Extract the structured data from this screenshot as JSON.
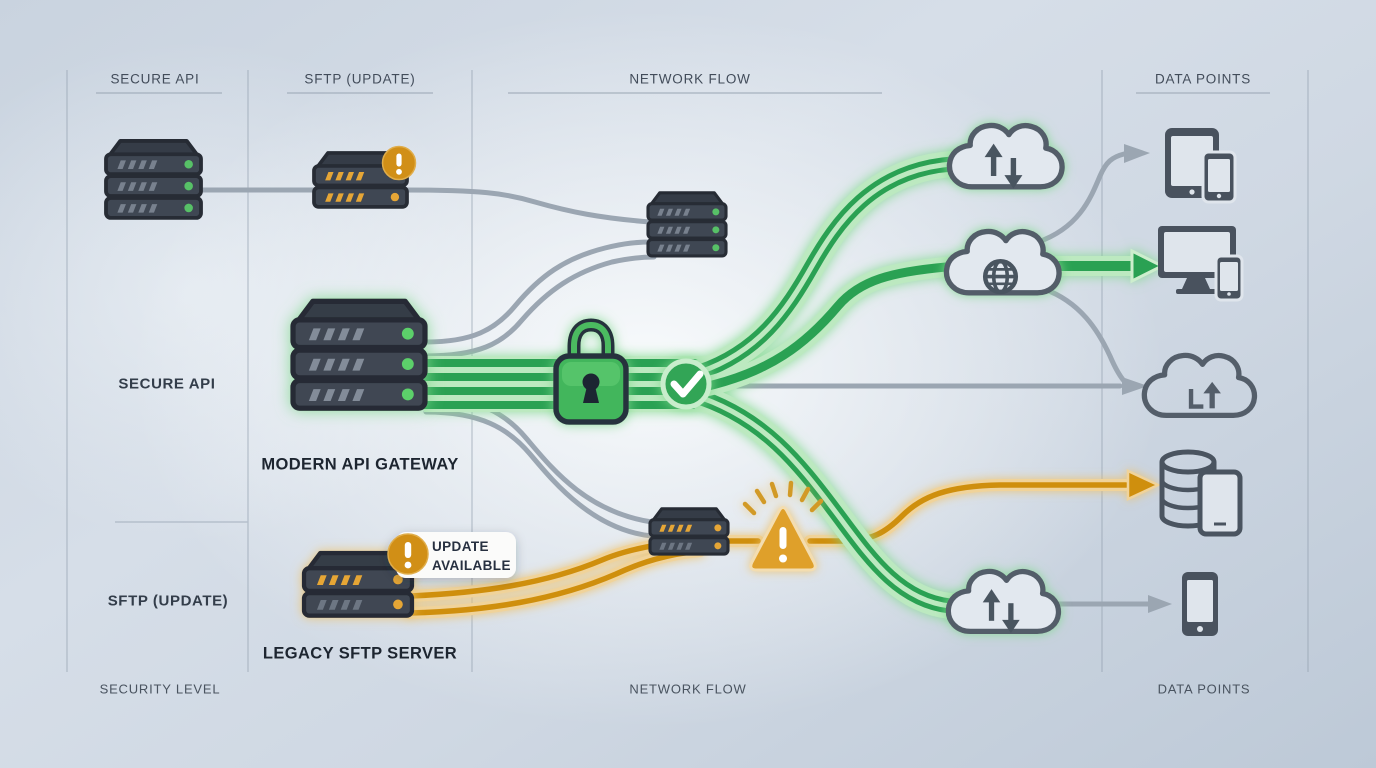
{
  "columns": {
    "headers": [
      {
        "id": "secure-api",
        "label": "SECURE API"
      },
      {
        "id": "sftp-update",
        "label": "SFTP (UPDATE)"
      },
      {
        "id": "network-flow",
        "label": "NETWORK FLOW"
      },
      {
        "id": "data-points",
        "label": "DATA POINTS"
      }
    ],
    "footers": [
      {
        "id": "security-level",
        "label": "SECURITY LEVEL"
      },
      {
        "id": "network-flow",
        "label": "NETWORK FLOW"
      },
      {
        "id": "data-points",
        "label": "DATA POINTS"
      }
    ]
  },
  "rows": [
    {
      "label": "SECURE API"
    },
    {
      "label": "SFTP (UPDATE)"
    }
  ],
  "nodes": {
    "modern_api_gateway": {
      "label": "MODERN API GATEWAY",
      "status": "secure",
      "leds": "green"
    },
    "legacy_sftp_server": {
      "label": "LEGACY SFTP SERVER",
      "status": "update-available",
      "leds": "orange"
    },
    "secure_api_server": {
      "racks": 3,
      "leds": "green"
    },
    "sftp_alert_server": {
      "racks": 2,
      "leds": "orange",
      "badge": "exclamation-icon"
    },
    "relay_server_top": {
      "racks": 3,
      "leds": "green"
    },
    "relay_server_bottom": {
      "racks": 2,
      "leds": "orange"
    }
  },
  "badge": {
    "line1": "UPDATE",
    "line2": "AVAILABLE",
    "icon": "exclamation-icon"
  },
  "icons": {
    "security": "lock-icon",
    "verified": "check-circle-icon",
    "warning": "warning-triangle-icon",
    "alert": "exclamation-badge-icon",
    "cloud_sync": "cloud-sync-arrows-icon",
    "cloud_globe": "cloud-globe-icon",
    "cloud_upload": "cloud-upload-icon",
    "endpoint_tablet_phone": "tablet-phone-icon",
    "endpoint_monitor_phone": "monitor-phone-icon",
    "endpoint_database_tablet": "database-tablet-icon",
    "endpoint_phone": "phone-icon"
  },
  "colors": {
    "secure_green": "#2ba152",
    "green_glow": "#bce9c0",
    "warning_orange": "#cf8f10",
    "orange_glow": "#f0d39a",
    "line_gray": "#9ba6b2",
    "server_dark": "#3f4753",
    "text_dark": "#273040"
  }
}
